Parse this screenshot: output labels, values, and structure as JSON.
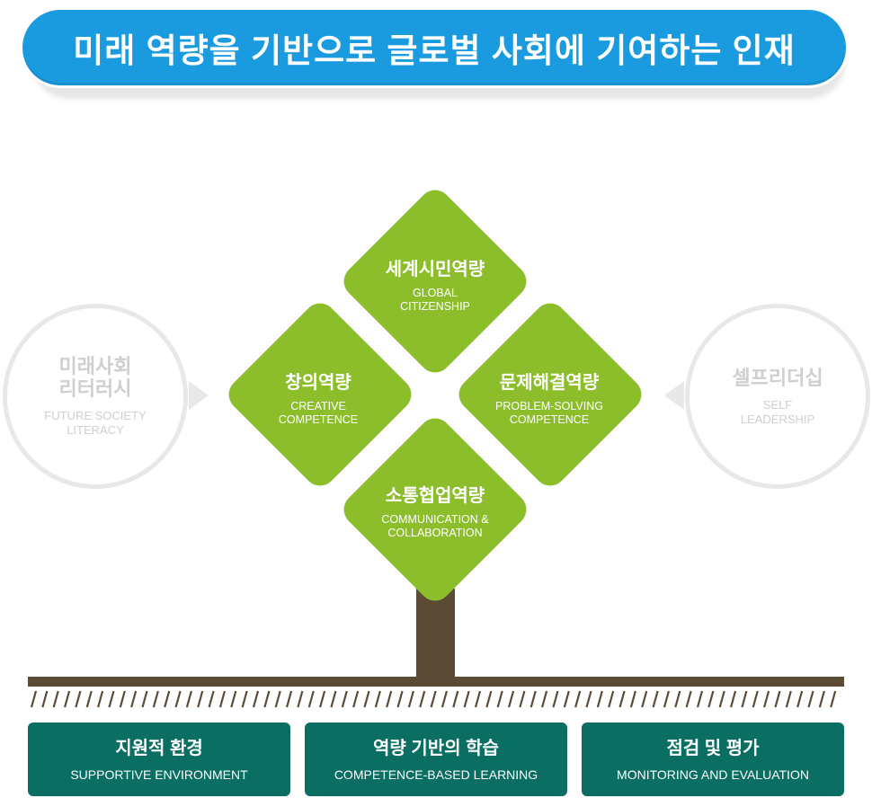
{
  "title": "미래 역량을 기반으로 글로벌 사회에 기여하는 인재",
  "left_circle": {
    "ko": "미래사회\n리터러시",
    "en": "FUTURE SOCIETY\nLITERACY"
  },
  "right_circle": {
    "ko": "셀프리더십",
    "en": "SELF\nLEADERSHIP"
  },
  "diamonds": [
    {
      "ko": "세계시민역량",
      "en": "GLOBAL\nCITIZENSHIP"
    },
    {
      "ko": "창의역량",
      "en": "CREATIVE\nCOMPETENCE"
    },
    {
      "ko": "문제해결역량",
      "en": "PROBLEM-SOLVING\nCOMPETENCE"
    },
    {
      "ko": "소통협업역량",
      "en": "COMMUNICATION &\nCOLLABORATION"
    }
  ],
  "foundations": [
    {
      "ko": "지원적 환경",
      "en": "SUPPORTIVE ENVIRONMENT"
    },
    {
      "ko": "역량 기반의 학습",
      "en": "COMPETENCE-BASED LEARNING"
    },
    {
      "ko": "점검 및 평가",
      "en": "MONITORING AND EVALUATION"
    }
  ],
  "colors": {
    "banner": "#1a9be0",
    "leaf": "#8cbe2c",
    "trunk": "#5b4b35",
    "foundation": "#0a6e63",
    "circle": "#e8e8e8"
  }
}
